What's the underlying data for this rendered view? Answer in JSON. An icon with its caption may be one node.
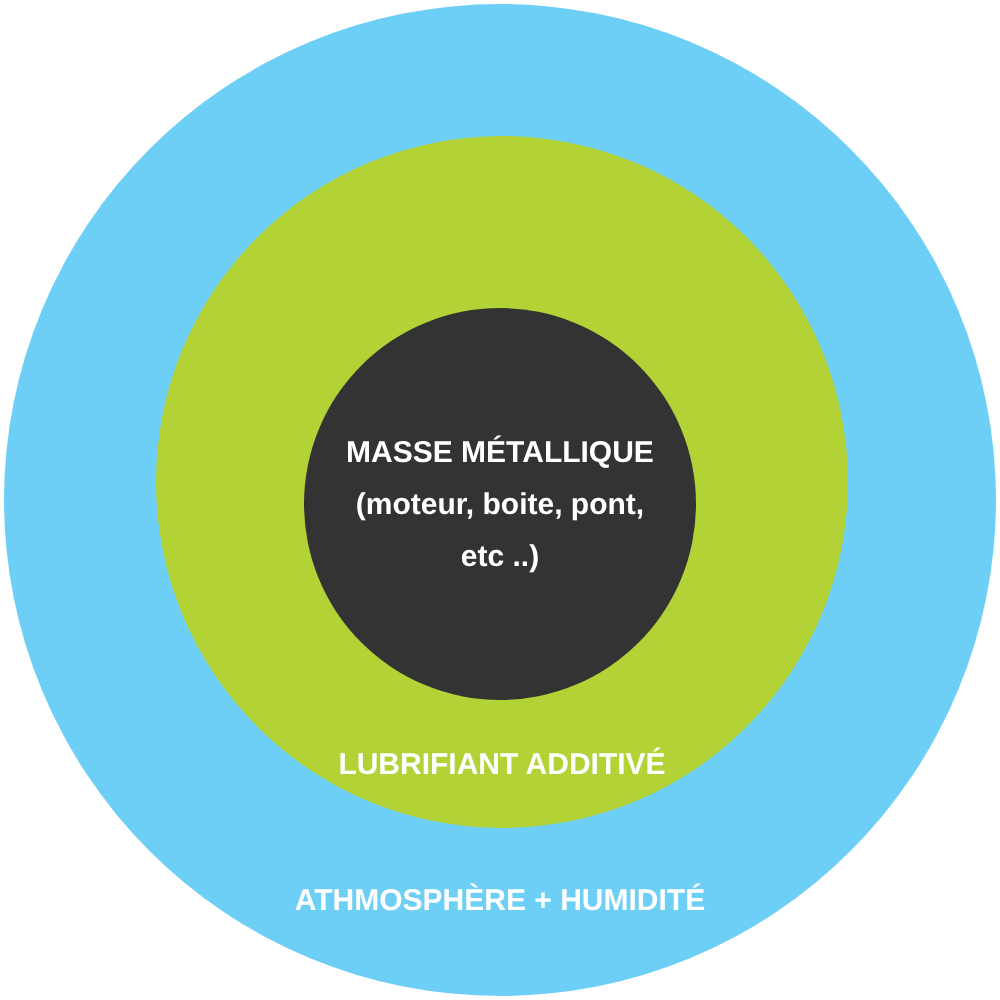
{
  "diagram": {
    "nodes": [
      {
        "text": [
          "ATHMOSPHÈRE + HUMIDITÉ"
        ]
      },
      {
        "text": [
          "LUBRIFIANT ADDITIVÉ"
        ],
        "in": 0
      },
      {
        "text": [
          "MASSE MÉTALLIQUE",
          "(moteur, boite, pont, etc ..)"
        ],
        "in": 1
      }
    ]
  }
}
